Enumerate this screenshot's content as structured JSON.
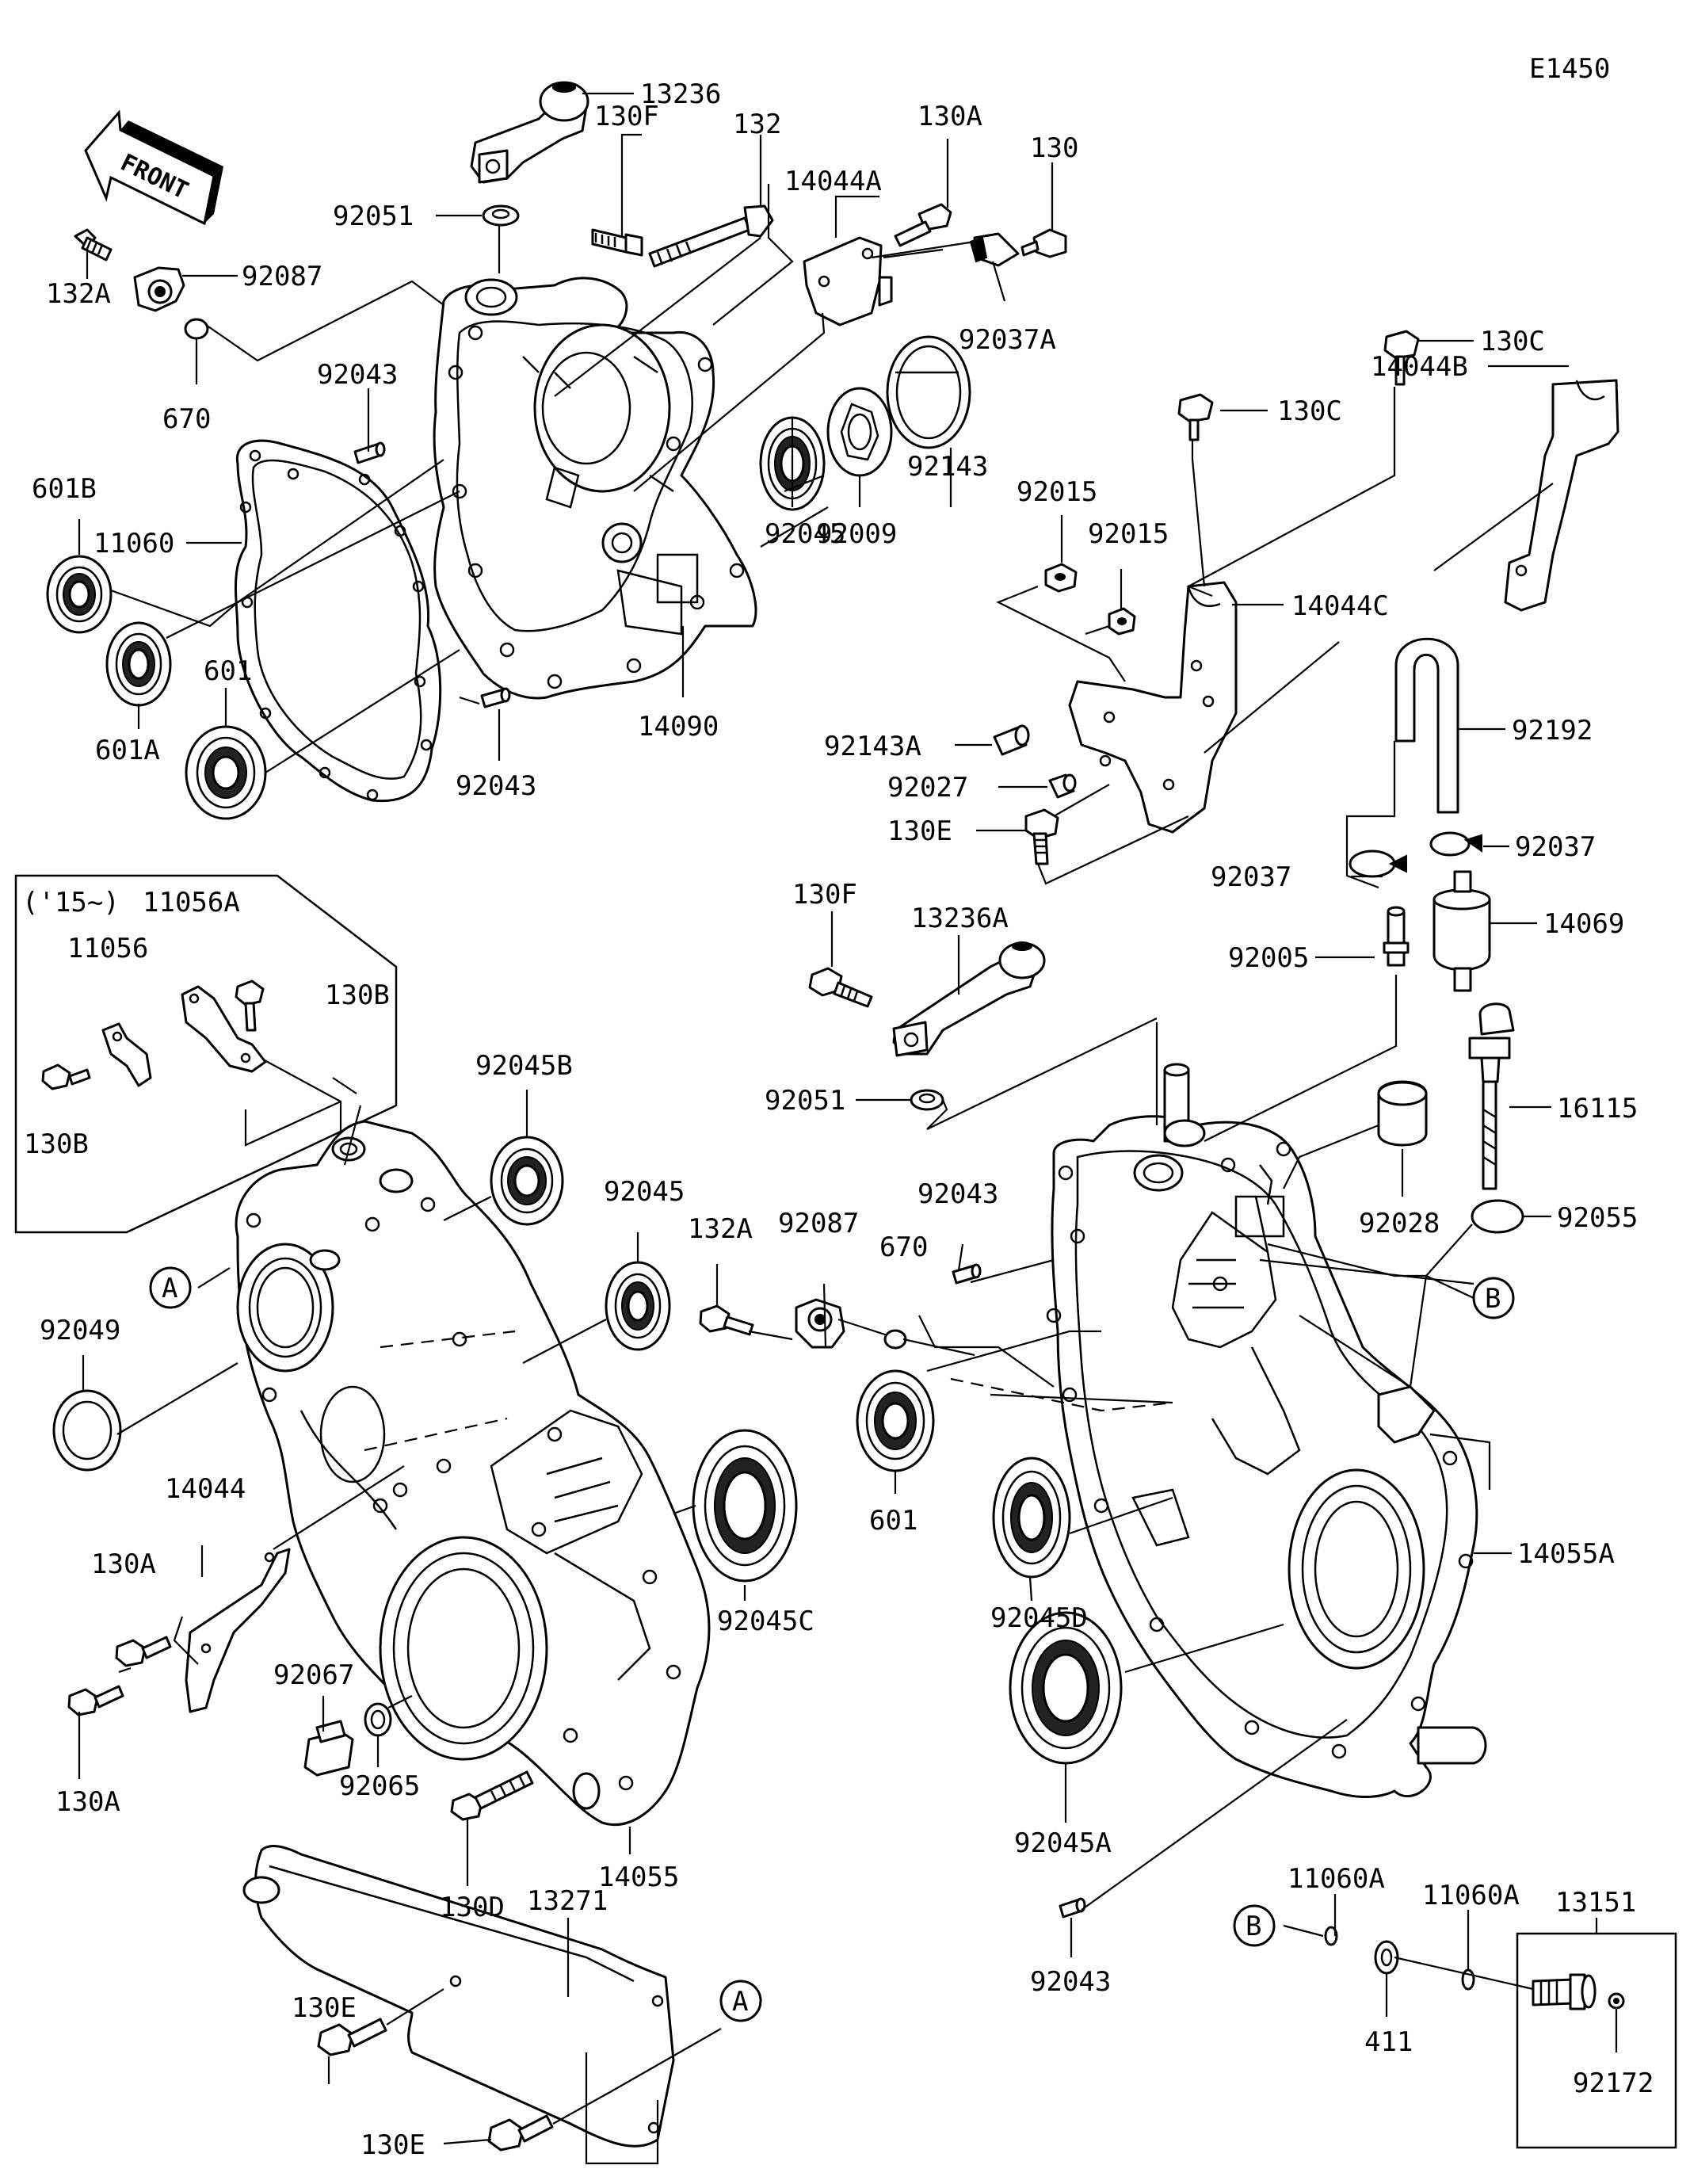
{
  "diagram_code": "E1450",
  "front_label": "FRONT",
  "inset_note": "('15~)",
  "circle_refs": {
    "a": "A",
    "b": "B"
  },
  "labels": {
    "p13236": "13236",
    "p130F_top": "130F",
    "p132": "132",
    "p130A_top": "130A",
    "p130_top": "130",
    "p14044A": "14044A",
    "p92051_top": "92051",
    "p92087_top": "92087",
    "p132A_top": "132A",
    "p670_top": "670",
    "p92037A": "92037A",
    "p130C_1": "130C",
    "p130C_2": "130C",
    "p14044B": "14044B",
    "p92043_1": "92043",
    "p601B": "601B",
    "p11060": "11060",
    "p92143": "92143",
    "p92009": "92009",
    "p92045_top": "92045",
    "p92015_1": "92015",
    "p92015_2": "92015",
    "p14044C": "14044C",
    "p601_top": "601",
    "p601A": "601A",
    "p14090": "14090",
    "p92043_2": "92043",
    "p92143A": "92143A",
    "p92192": "92192",
    "p92027": "92027",
    "p130E_mid": "130E",
    "p92037_l": "92037",
    "p92037_r": "92037",
    "p14069": "14069",
    "p130F_mid": "130F",
    "p13236A": "13236A",
    "p92005": "92005",
    "p11056A": "11056A",
    "p11056": "11056",
    "p130B_1": "130B",
    "p130B_2": "130B",
    "p92045B": "92045B",
    "p92051_mid": "92051",
    "p16115": "16115",
    "p92028": "92028",
    "p92055": "92055",
    "p92045_mid": "92045",
    "p132A_mid": "132A",
    "p92087_mid": "92087",
    "p670_mid": "670",
    "p92043_3": "92043",
    "p92049": "92049",
    "p601_mid": "601",
    "p14044": "14044",
    "p130A_1": "130A",
    "p130A_2": "130A",
    "p92045C": "92045C",
    "p92045D": "92045D",
    "p14055A": "14055A",
    "p92067": "92067",
    "p92065": "92065",
    "p130D": "130D",
    "p14055": "14055",
    "p92045A": "92045A",
    "p13271": "13271",
    "p130E_1": "130E",
    "p130E_2": "130E",
    "p11060A_1": "11060A",
    "p11060A_2": "11060A",
    "p13151": "13151",
    "p92043_4": "92043",
    "p411": "411",
    "p92172": "92172"
  }
}
